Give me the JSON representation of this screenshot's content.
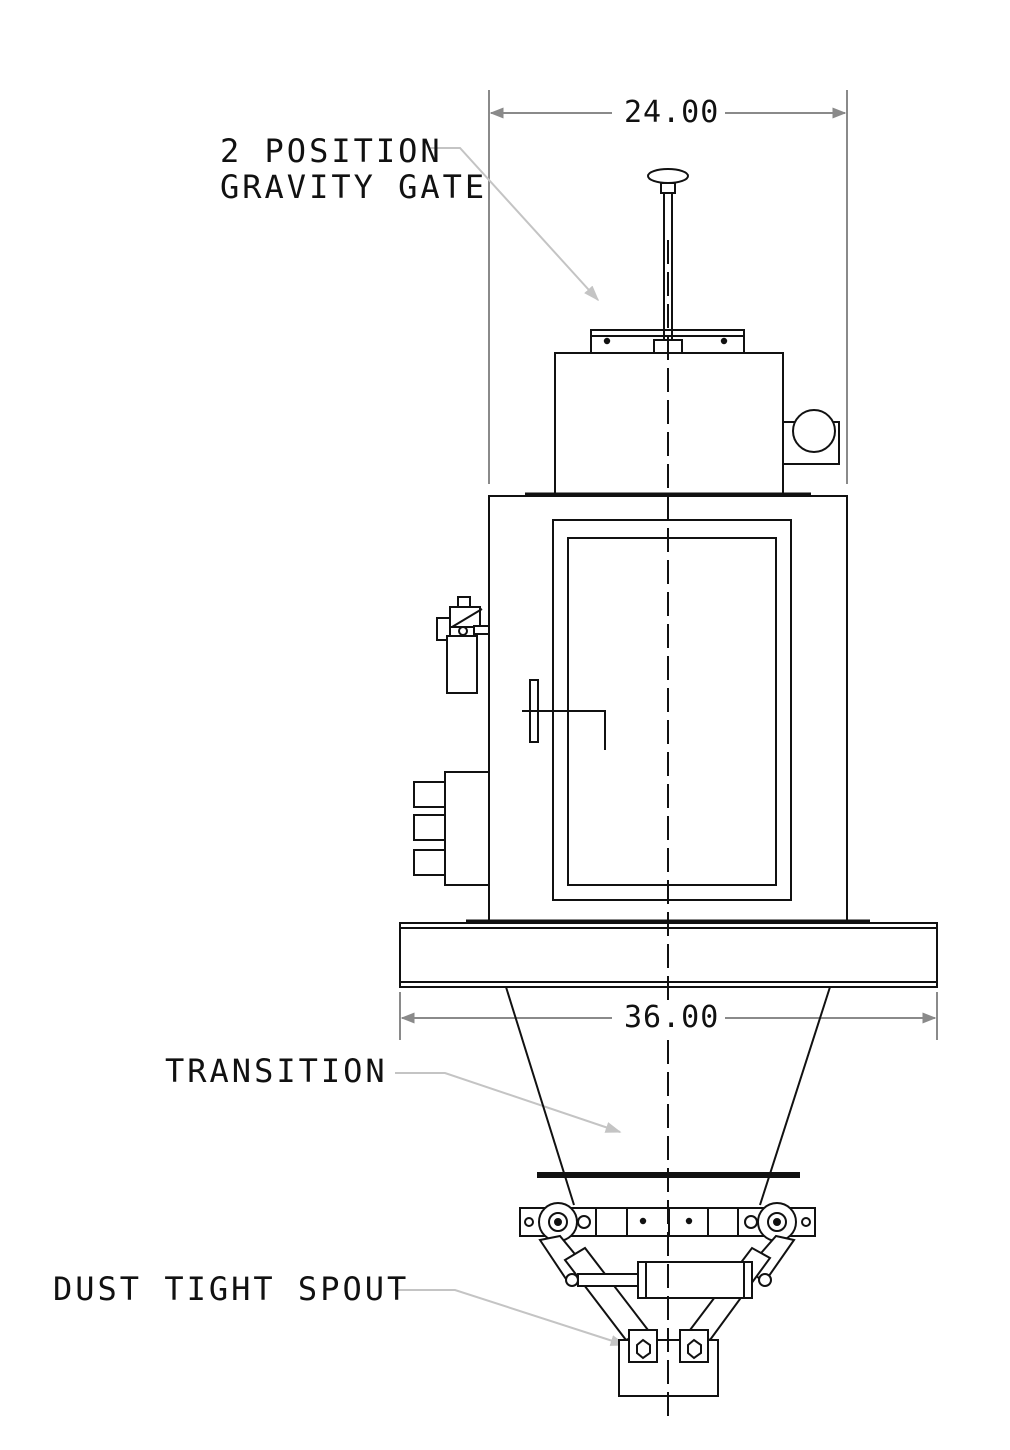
{
  "labels": {
    "gravity_gate_line1": "2 POSITION",
    "gravity_gate_line2": "GRAVITY GATE",
    "transition": "TRANSITION",
    "dust_tight_spout": "DUST TIGHT SPOUT"
  },
  "dimensions": {
    "top_width": "24.00",
    "bottom_width": "36.00"
  },
  "colors": {
    "line": "#111111",
    "leader": "#b5b5b5",
    "dimension": "#8a8a8a"
  }
}
